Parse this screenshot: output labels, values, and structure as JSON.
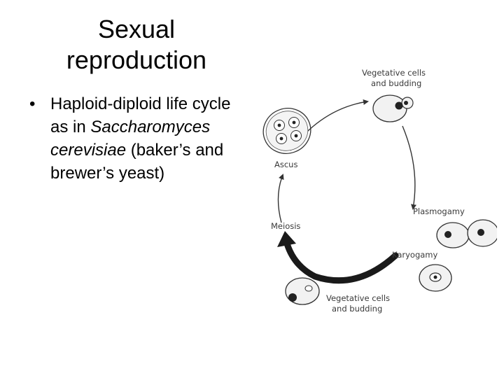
{
  "slide": {
    "title_line1": "Sexual",
    "title_line2": "reproduction",
    "bullet_symbol": "•",
    "bullet": {
      "part1": "Haploid-diploid life cycle as in",
      "species": "Saccharomyces cerevisiae",
      "part2": "(baker’s and brewer’s yeast)"
    }
  },
  "diagram": {
    "labels": {
      "vegetative_top_1": "Vegetative cells",
      "vegetative_top_2": "and budding",
      "ascus": "Ascus",
      "plasmogamy": "Plasmogamy",
      "meiosis": "Meiosis",
      "karyogamy": "Karyogamy",
      "vegetative_bottom_1": "Vegetative cells",
      "vegetative_bottom_2": "and budding"
    }
  }
}
